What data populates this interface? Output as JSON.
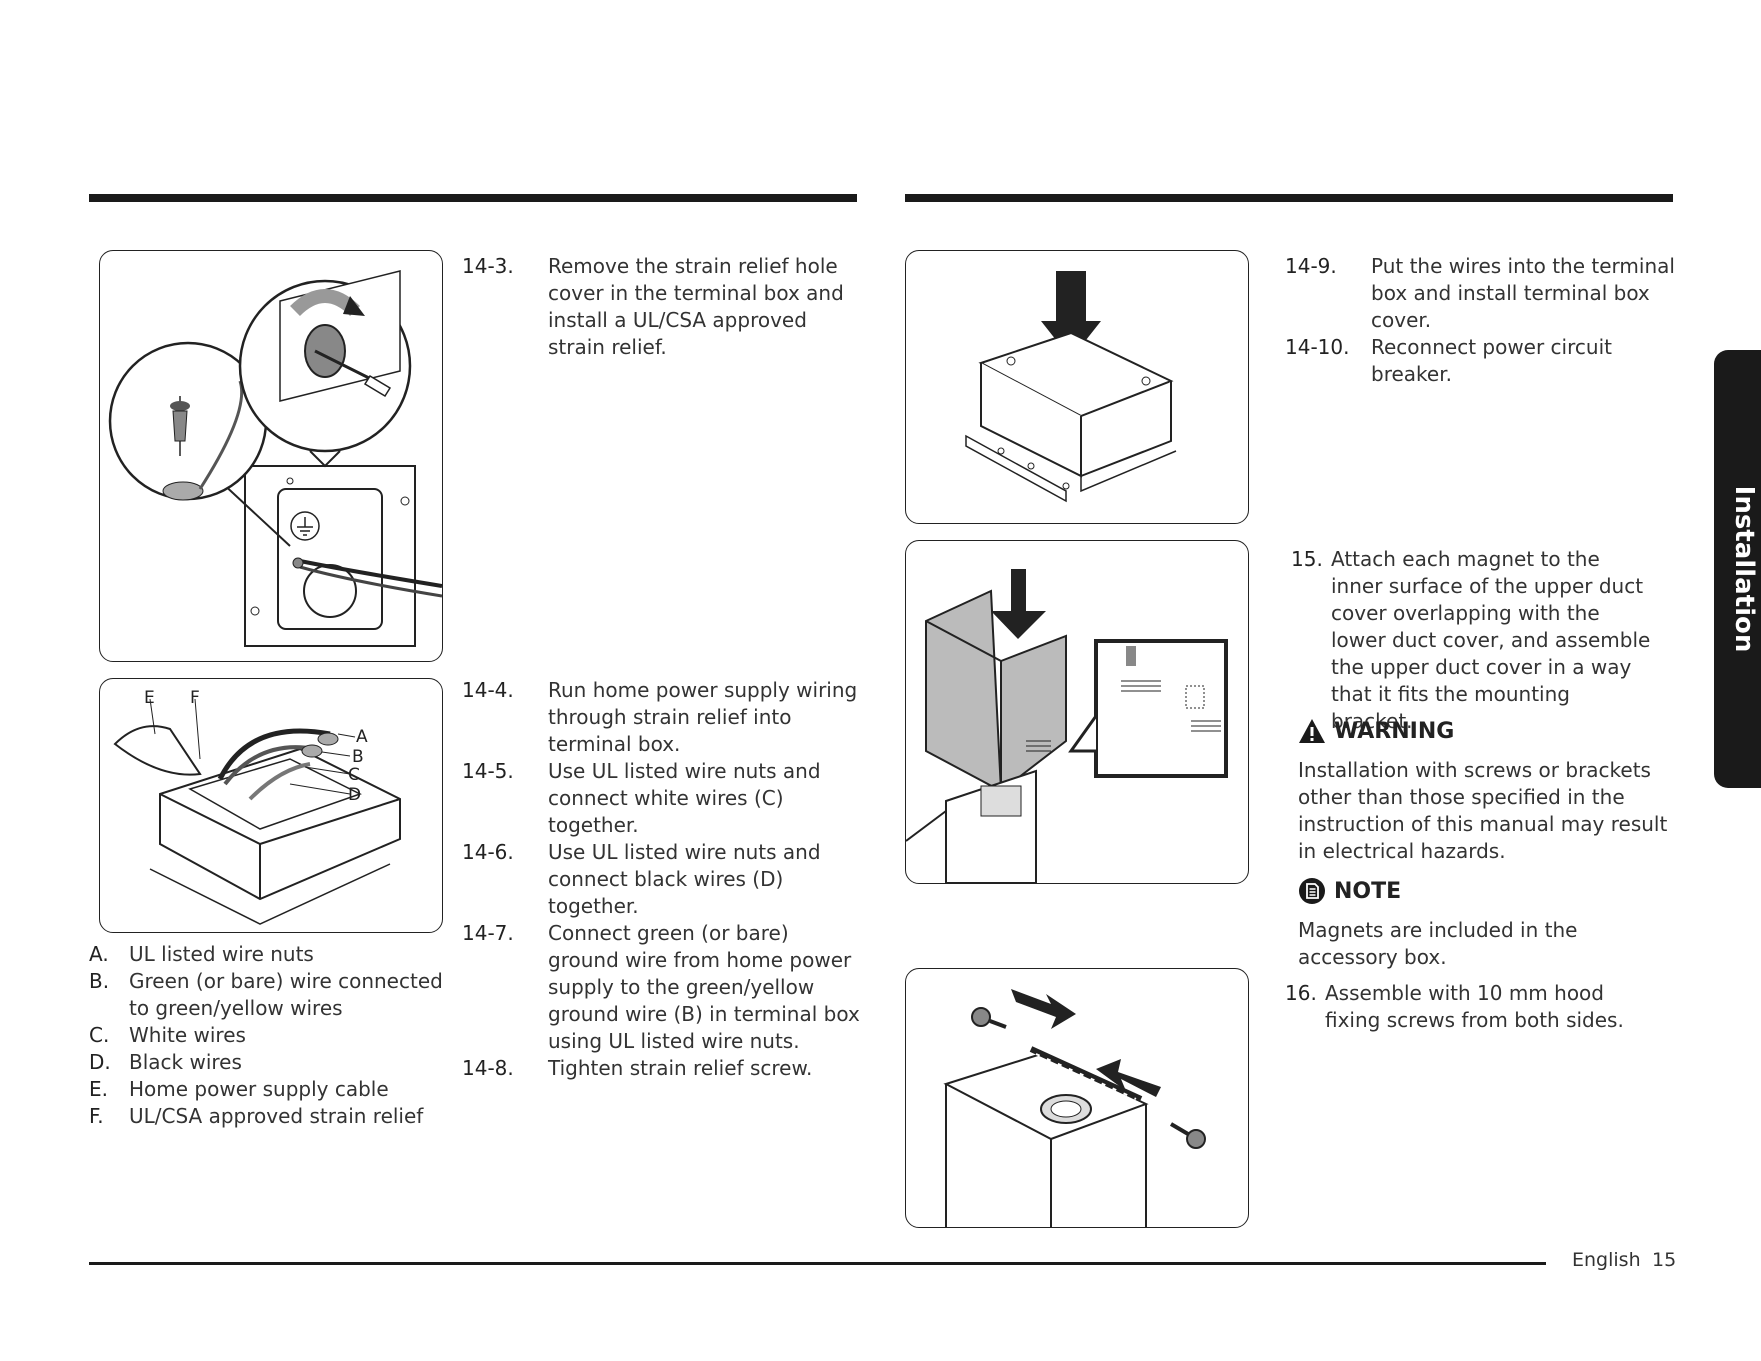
{
  "legend": [
    {
      "letter": "A.",
      "text": "UL listed wire nuts"
    },
    {
      "letter": "B.",
      "text": "Green (or bare) wire connected to green/yellow wires"
    },
    {
      "letter": "C.",
      "text": "White wires"
    },
    {
      "letter": "D.",
      "text": "Black wires"
    },
    {
      "letter": "E.",
      "text": "Home power supply cable"
    },
    {
      "letter": "F.",
      "text": "UL/CSA approved strain relief"
    }
  ],
  "figure_labels": {
    "A": "A",
    "B": "B",
    "C": "C",
    "D": "D",
    "E": "E",
    "F": "F"
  },
  "steps_middle_a": [
    {
      "num": "14-3.",
      "text": "Remove the strain relief hole cover in the terminal box and install a UL/CSA approved strain relief."
    }
  ],
  "steps_middle_b": [
    {
      "num": "14-4.",
      "text": "Run home power supply wiring through strain relief into terminal box."
    },
    {
      "num": "14-5.",
      "text": "Use UL listed wire nuts and connect white wires (C) together."
    },
    {
      "num": "14-6.",
      "text": "Use UL listed wire nuts and connect black wires (D) together."
    },
    {
      "num": "14-7.",
      "text": "Connect green (or bare) ground wire from home power supply to the green/yellow ground wire (B) in terminal box using UL listed wire nuts."
    },
    {
      "num": "14-8.",
      "text": "Tighten strain relief screw."
    }
  ],
  "steps_right_a": [
    {
      "num": "14-9.",
      "text": "Put the wires into the terminal box and install terminal box cover."
    },
    {
      "num": "14-10.",
      "text": "Reconnect power circuit breaker."
    }
  ],
  "step_15": {
    "num": "15.",
    "text": "Attach each magnet to the inner surface of the upper duct cover overlapping with the lower duct cover, and assemble the upper duct cover in a way that it fits the mounting bracket."
  },
  "warning": {
    "title": "WARNING",
    "text": "Installation with screws or brackets other than those specified in the instruction of this manual may result in electrical hazards."
  },
  "note": {
    "title": "NOTE",
    "text": "Magnets are included in the accessory box."
  },
  "step_16": {
    "num": "16.",
    "text": "Assemble with 10 mm hood fixing screws from both sides."
  },
  "side_tab": "Installation",
  "footer": {
    "language": "English",
    "page": "15"
  }
}
